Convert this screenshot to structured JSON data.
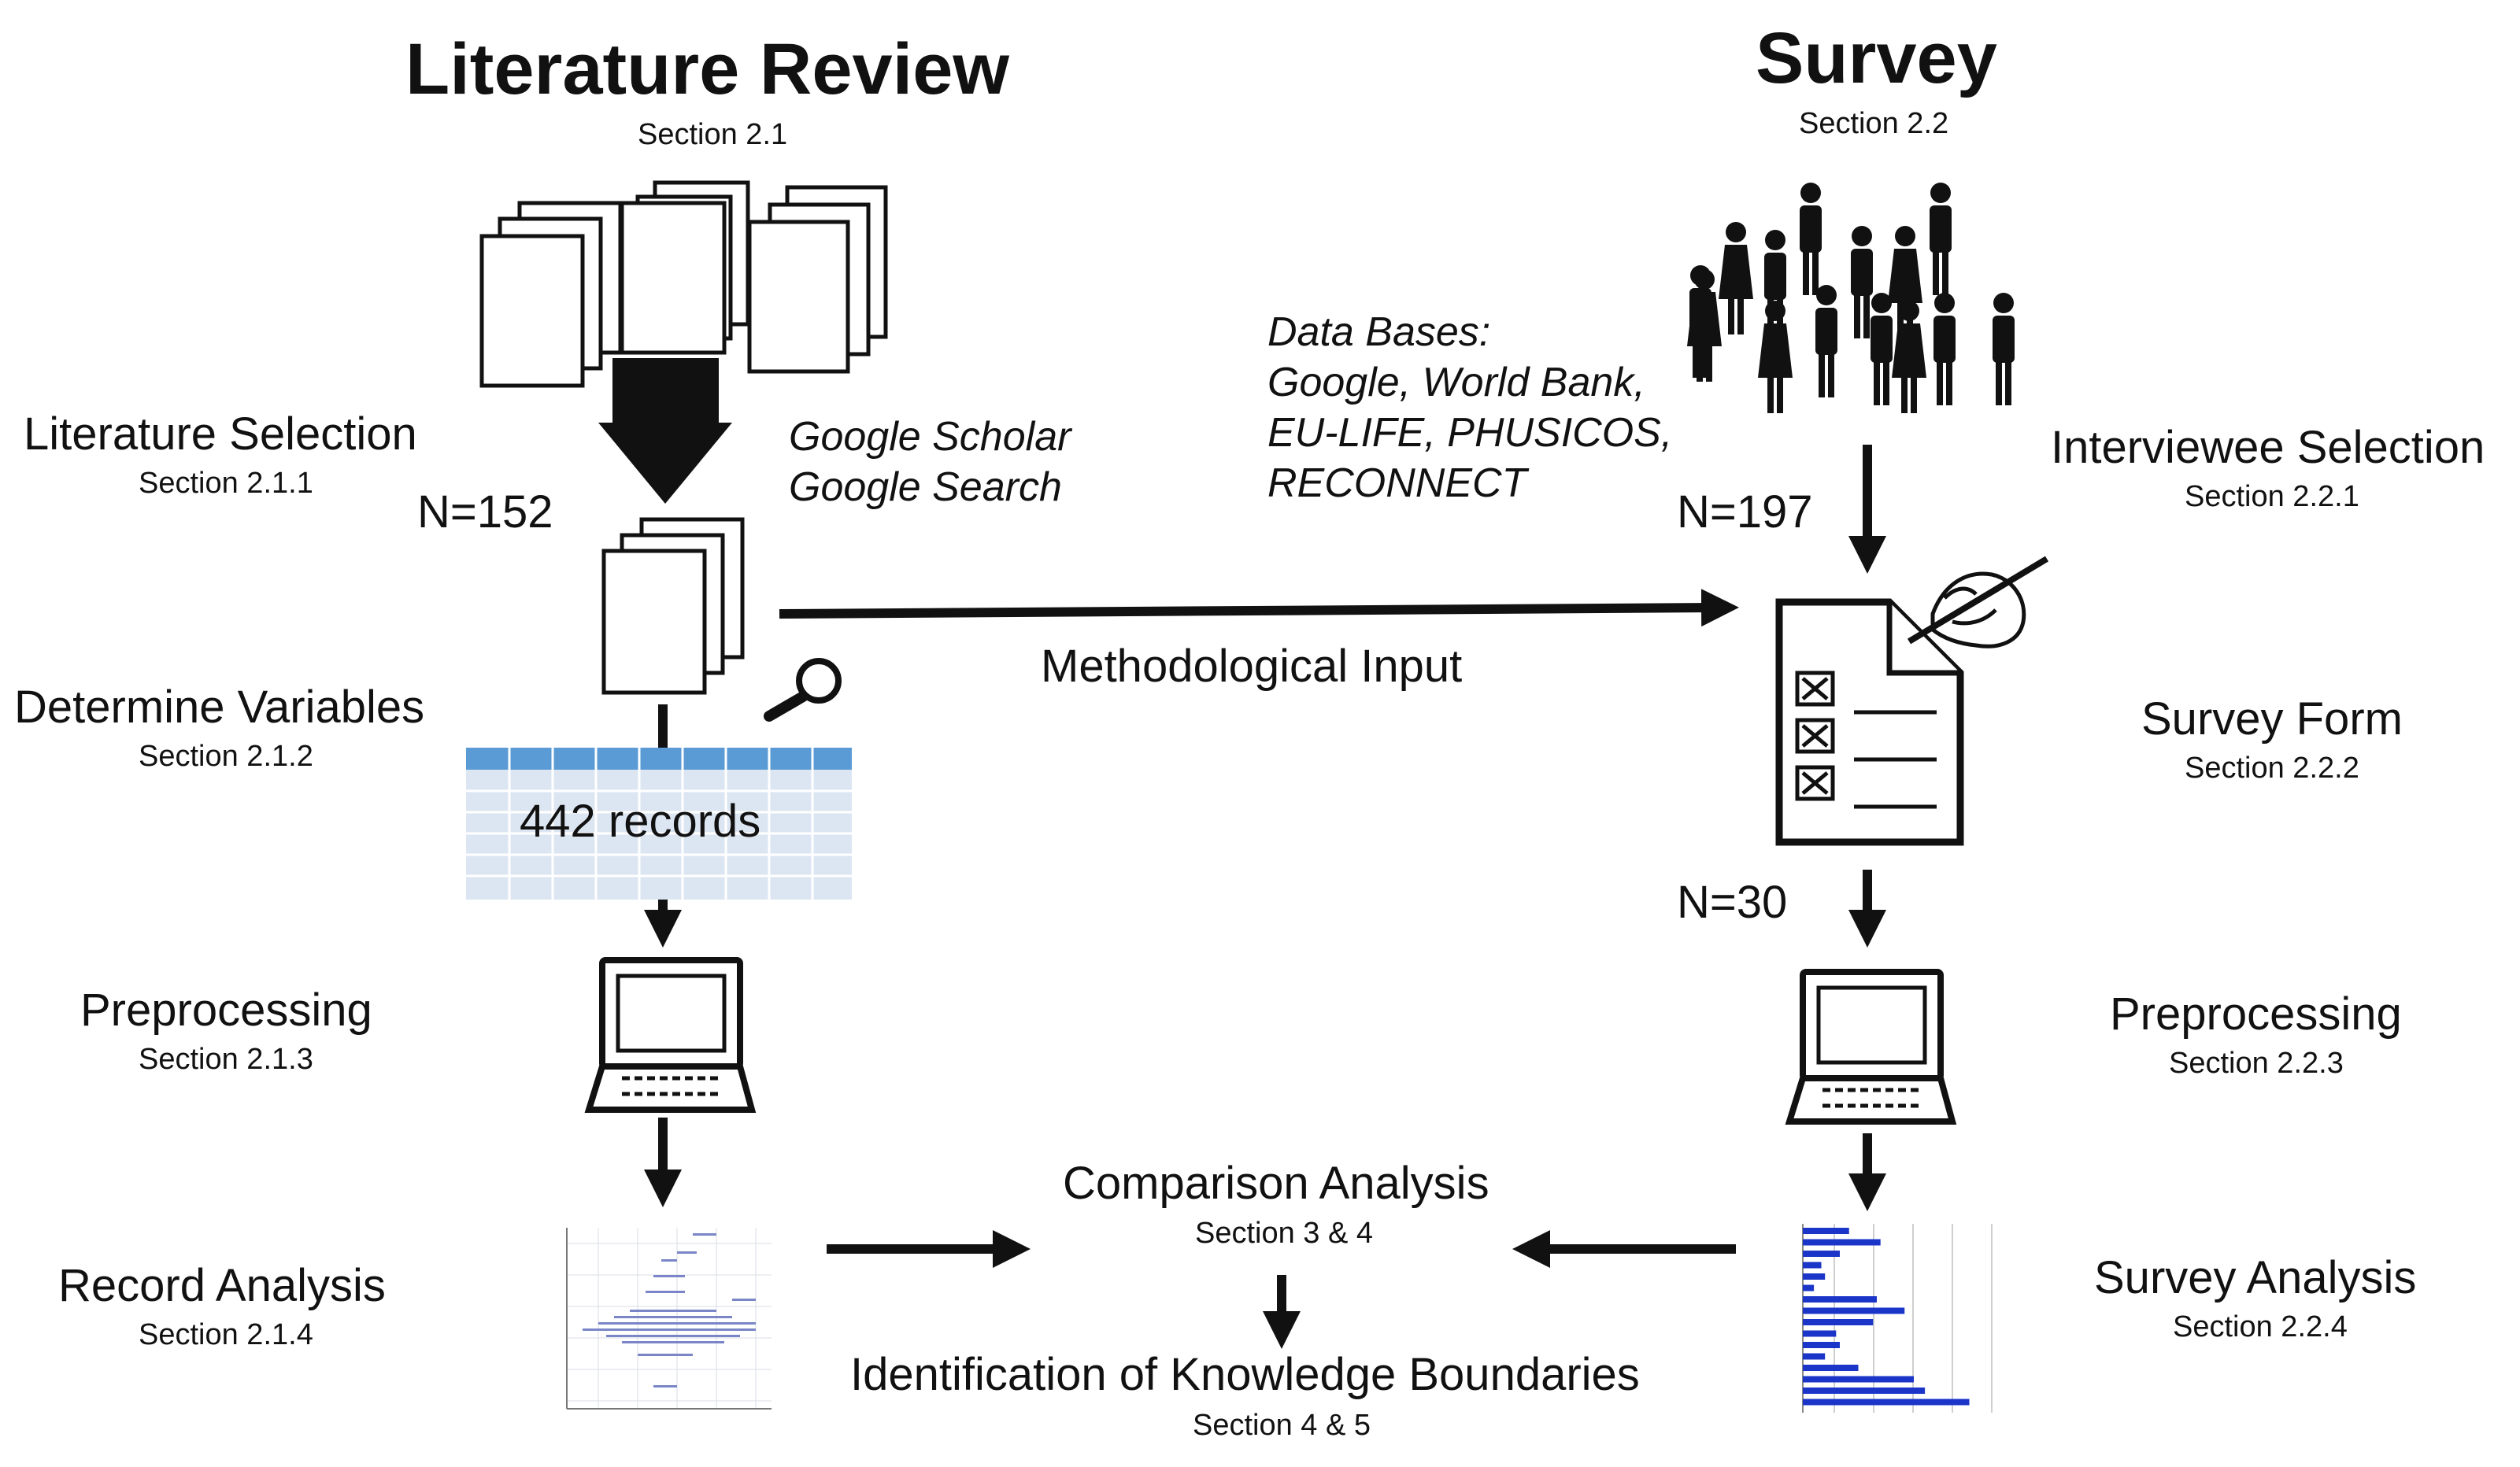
{
  "left": {
    "title": "Literature Review",
    "section": "Section 2.1",
    "steps": [
      {
        "label": "Literature Selection",
        "section": "Section 2.1.1"
      },
      {
        "label": "Determine Variables",
        "section": "Section 2.1.2"
      },
      {
        "label": "Preprocessing",
        "section": "Section 2.1.3"
      },
      {
        "label": "Record Analysis",
        "section": "Section 2.1.4"
      }
    ],
    "sources": [
      "Google Scholar",
      "Google Search"
    ],
    "n_papers": "N=152",
    "records": "442 records"
  },
  "right": {
    "title": "Survey",
    "section": "Section 2.2",
    "steps": [
      {
        "label": "Interviewee Selection",
        "section": "Section 2.2.1"
      },
      {
        "label": "Survey Form",
        "section": "Section 2.2.2"
      },
      {
        "label": "Preprocessing",
        "section": "Section 2.2.3"
      },
      {
        "label": "Survey Analysis",
        "section": "Section 2.2.4"
      }
    ],
    "databases": [
      "Data Bases:",
      "Google, World Bank,",
      "EU-LIFE, PHUSICOS,",
      "RECONNECT"
    ],
    "n_contacted": "N=197",
    "n_responses": "N=30"
  },
  "center": {
    "methodological_input": "Methodological Input",
    "comparison": {
      "label": "Comparison Analysis",
      "section": "Section 3 & 4"
    },
    "identification": {
      "label": "Identification of Knowledge Boundaries",
      "section": "Section 4 & 5"
    }
  },
  "colors": {
    "table_header": "#5b9bd5",
    "table_body": "#dce6f2",
    "survey_bars": "#1a35c8"
  },
  "survey_bars": [
    0.25,
    0.42,
    0.2,
    0.1,
    0.12,
    0.06,
    0.4,
    0.55,
    0.38,
    0.18,
    0.2,
    0.12,
    0.3,
    0.6,
    0.66,
    0.9
  ]
}
